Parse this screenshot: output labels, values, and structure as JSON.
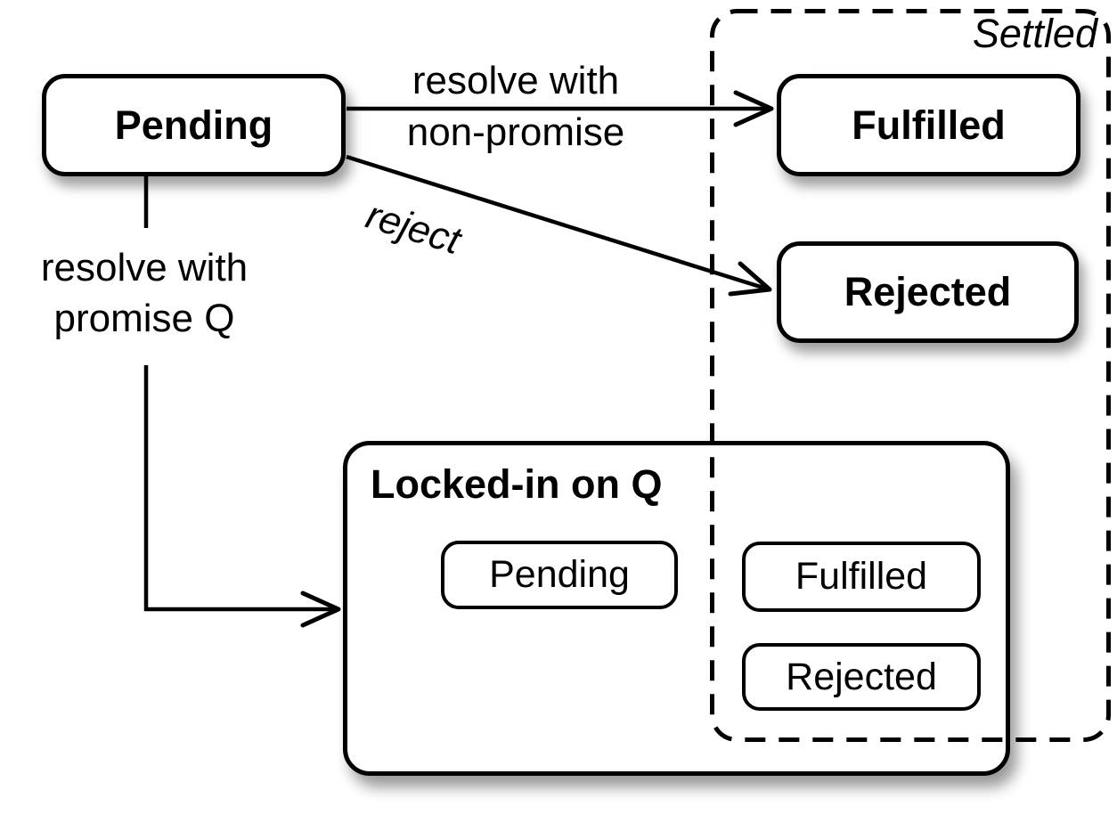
{
  "diagram": {
    "background_color": "#ffffff",
    "line_color": "#000000",
    "settled_region": {
      "label": "Settled"
    },
    "states": {
      "pending": {
        "label": "Pending"
      },
      "fulfilled": {
        "label": "Fulfilled"
      },
      "rejected": {
        "label": "Rejected"
      }
    },
    "locked_in_region": {
      "title": "Locked-in on Q",
      "inner_states": {
        "pending": {
          "label": "Pending"
        },
        "fulfilled": {
          "label": "Fulfilled"
        },
        "rejected": {
          "label": "Rejected"
        }
      }
    },
    "transitions": {
      "resolve_with_non_promise": {
        "line1": "resolve with",
        "line2": "non-promise"
      },
      "reject": {
        "label": "reject"
      },
      "resolve_with_promise": {
        "line1": "resolve with",
        "line2": "promise Q"
      }
    }
  }
}
